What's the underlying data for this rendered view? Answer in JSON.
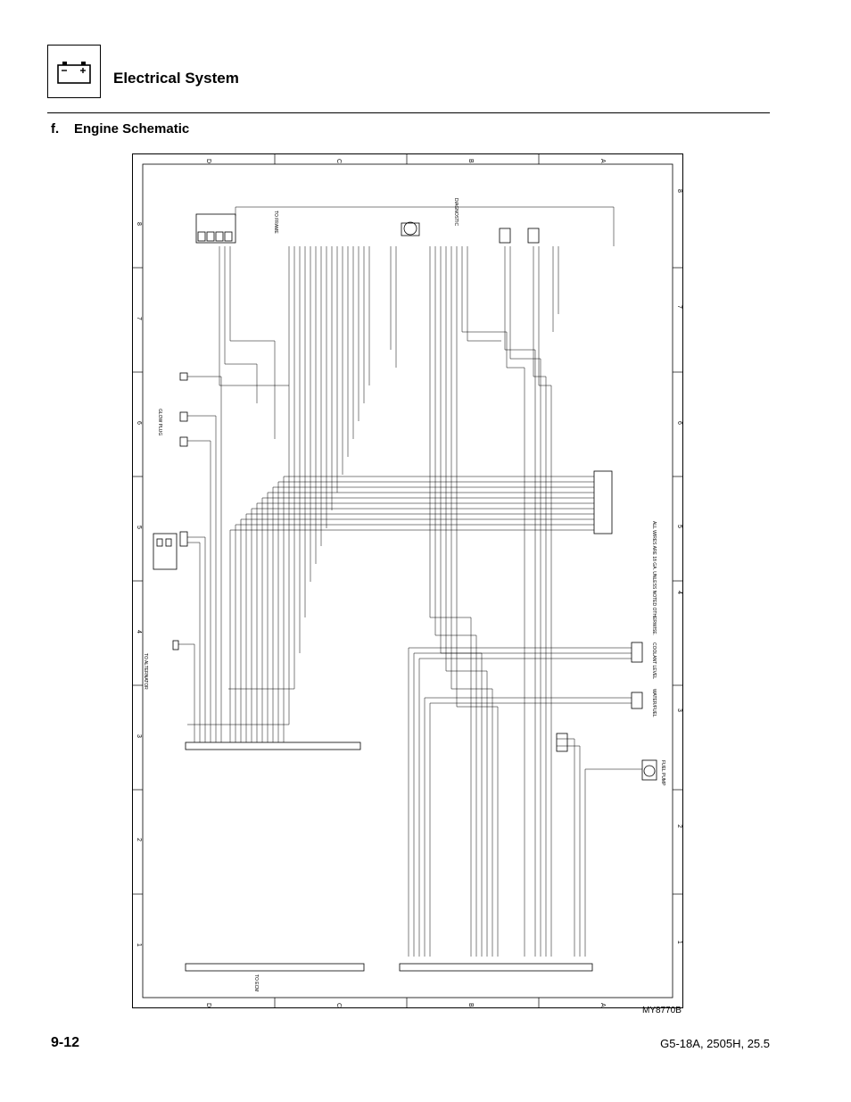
{
  "header": {
    "icon": "battery-icon",
    "section_title": "Electrical System"
  },
  "subsection": {
    "letter": "f.",
    "title": "Engine Schematic"
  },
  "schematic": {
    "zones_top": [
      "D",
      "C",
      "B",
      "A"
    ],
    "zones_bottom": [
      "D",
      "C",
      "B",
      "A"
    ],
    "rows_left": [
      "8",
      "7",
      "6",
      "5",
      "4",
      "3",
      "2",
      "1"
    ],
    "rows_right": [
      "8",
      "7",
      "6",
      "5",
      "4",
      "3",
      "2",
      "1"
    ],
    "labels": {
      "to_alternator": "TO ALTERNATOR",
      "to_frame": "TO FRAME",
      "to_ecm": "TO ECM",
      "fuel_pump": "FUEL PUMP",
      "glow_plug": "GLOW PLUG",
      "coolant_level": "COOLANT LEVEL",
      "water_fuel": "WATER/FUEL",
      "diagnostic": "DIAGNOSTIC",
      "note": "ALL WIRES ARE 18 GA. UNLESS NOTED OTHERWISE."
    }
  },
  "figure_id": "MY8770B",
  "footer": {
    "page_number": "9-12",
    "doc_ref": "G5-18A, 2505H, 25.5"
  }
}
